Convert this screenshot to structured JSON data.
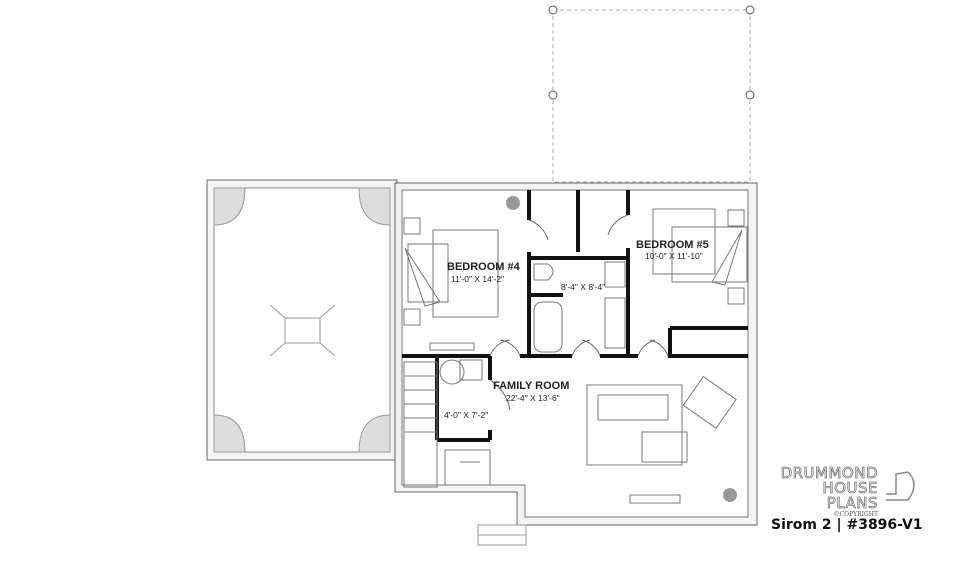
{
  "plan": {
    "rooms": [
      {
        "name": "BEDROOM #4",
        "dimensions": "11'-0\" X 14'-2\""
      },
      {
        "name": "BEDROOM #5",
        "dimensions": "10'-0\" X 11'-10\""
      },
      {
        "name": "",
        "dimensions": "8'-4\" X 8'-4\""
      },
      {
        "name": "FAMILY ROOM",
        "dimensions": "22'-4\" X 13'-6\""
      },
      {
        "name": "",
        "dimensions": "4'-0\" X 7'-2\""
      }
    ]
  },
  "branding": {
    "logo_line1": "DRUMMOND",
    "logo_line2": "HOUSE PLANS",
    "copyright": "©COPYRIGHT",
    "caption": "Sirom 2 | #3896-V1"
  }
}
